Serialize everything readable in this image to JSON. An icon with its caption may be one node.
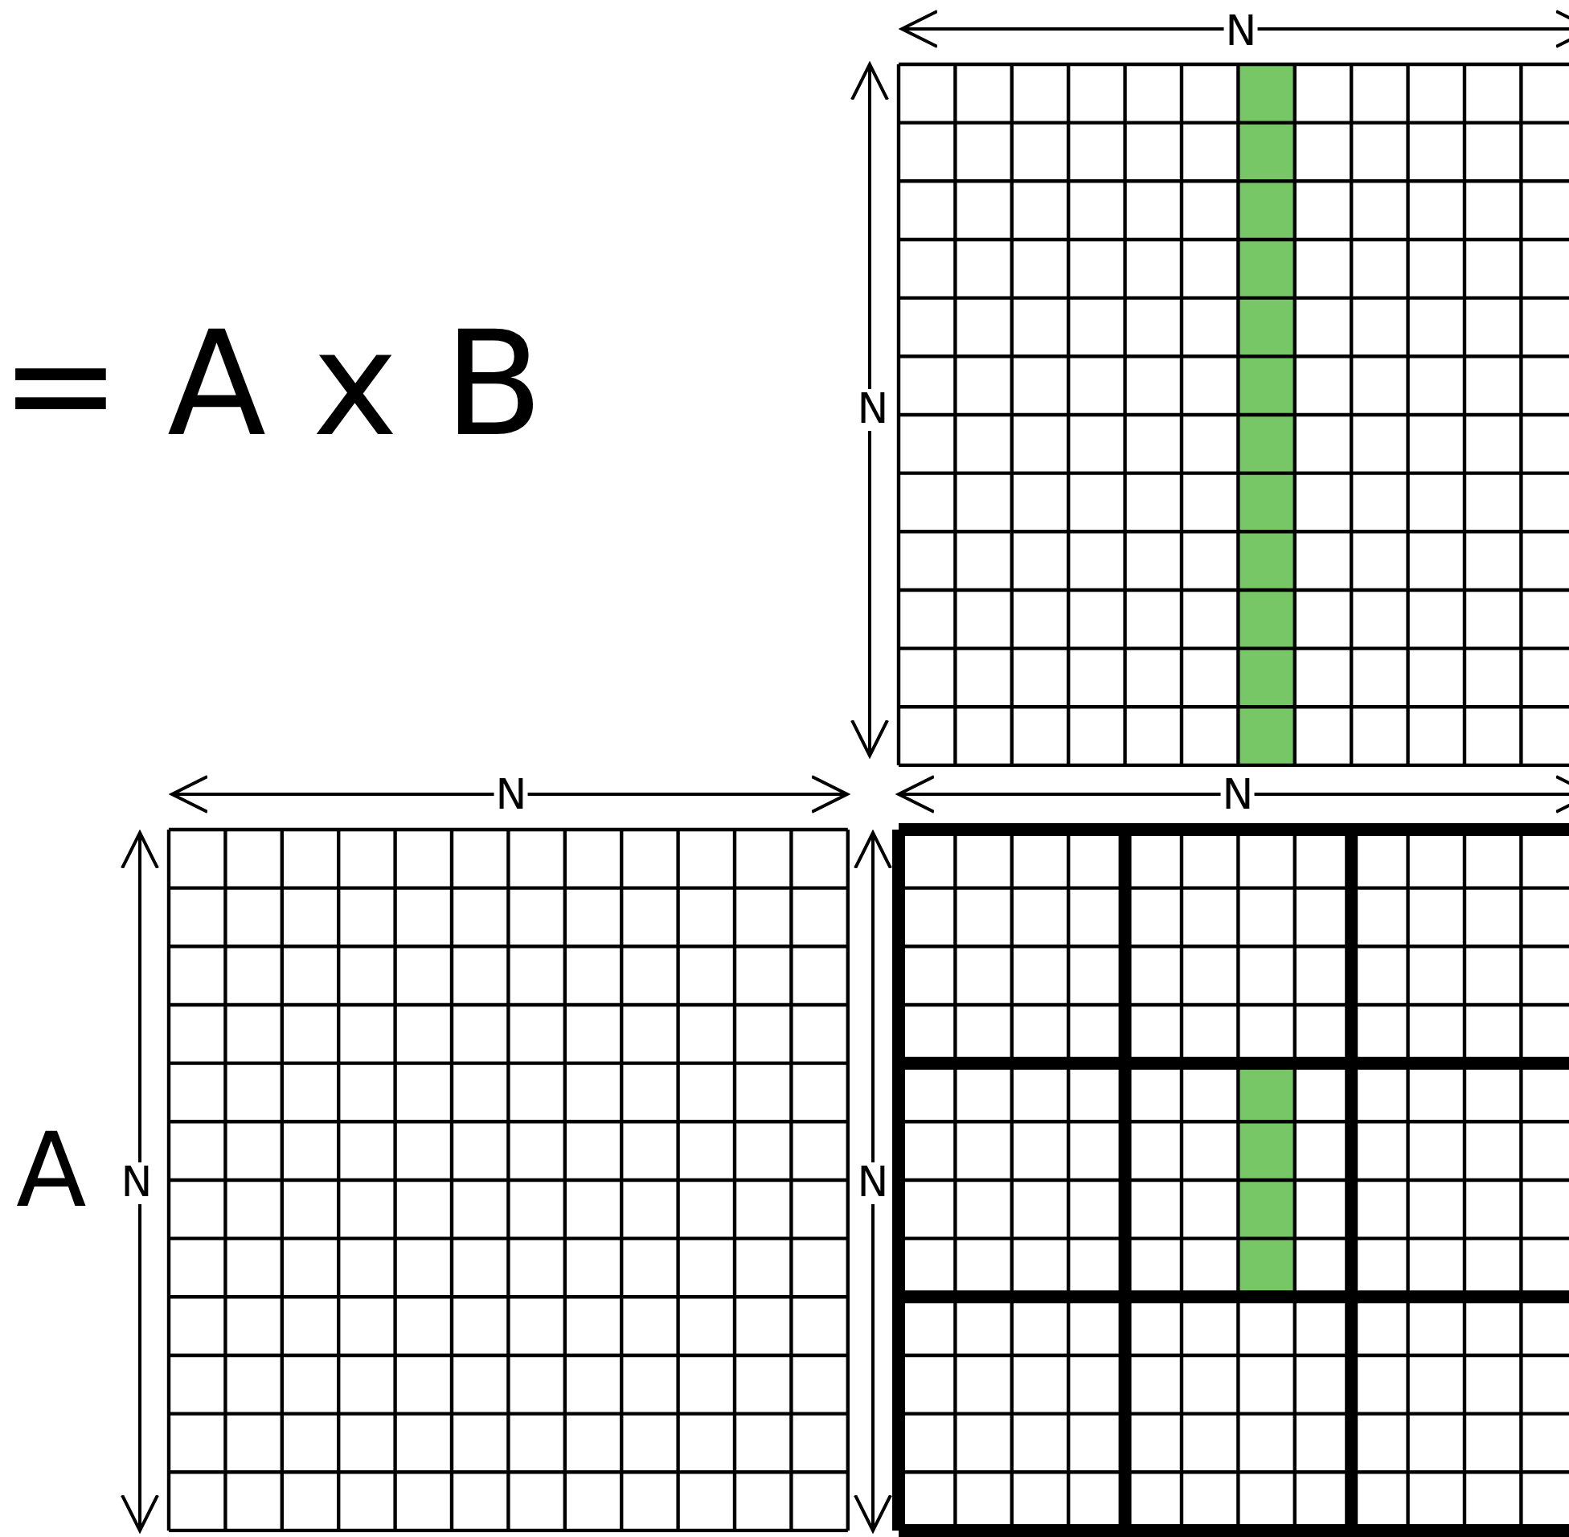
{
  "diagram": {
    "labels": [
      "N",
      "= A x B",
      "N",
      "N",
      "N",
      "A",
      "N",
      "N"
    ]
  }
}
